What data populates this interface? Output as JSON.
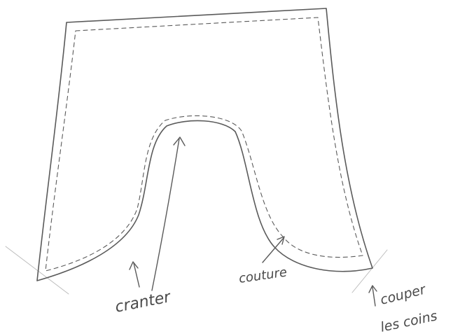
{
  "annotations": {
    "notch": "cranter",
    "seam": "couture",
    "corners_line1": "couper",
    "corners_line2": "les coins"
  },
  "colors": {
    "paper": "#ffffff",
    "pencil": "#5a5a5a",
    "faint_pencil": "#b9b9b9"
  }
}
